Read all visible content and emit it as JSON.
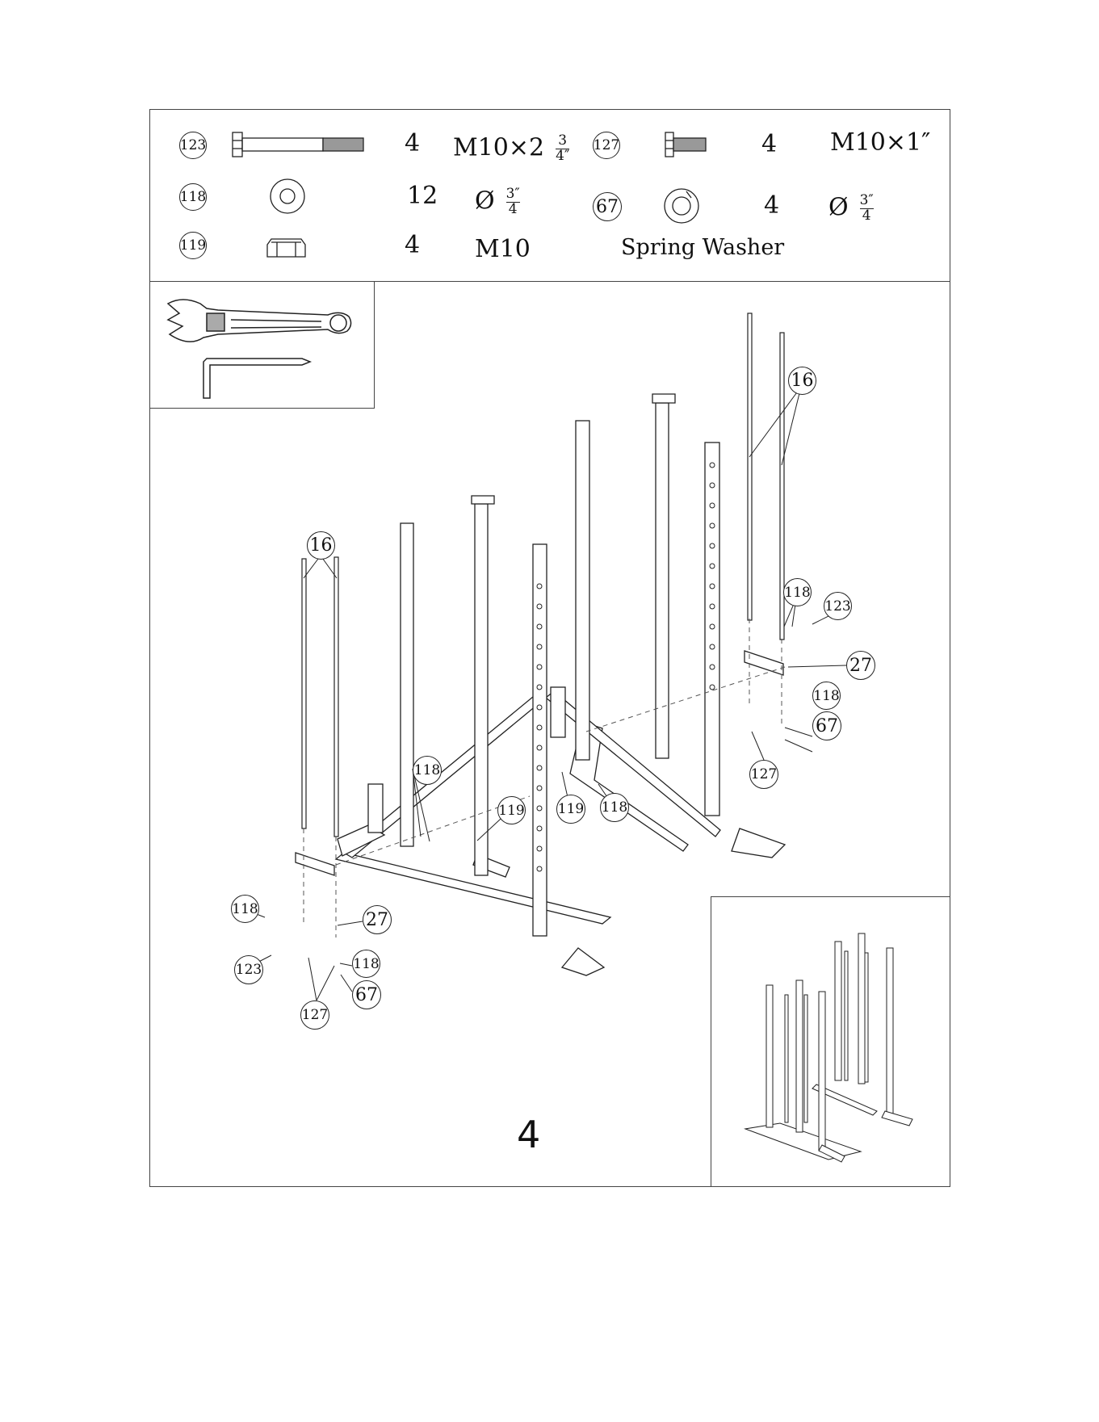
{
  "hardware": {
    "rows": [
      {
        "id": "hw-123",
        "part": "123",
        "qty": "4",
        "spec": "M10×2",
        "frac": [
          "3",
          "4″"
        ]
      },
      {
        "id": "hw-127",
        "part": "127",
        "qty": "4",
        "spec": "M10×1″",
        "frac": null
      },
      {
        "id": "hw-118",
        "part": "118",
        "qty": "12",
        "spec": "Ø",
        "frac": [
          "3″",
          "4"
        ]
      },
      {
        "id": "hw-67",
        "part": "67",
        "qty": "4",
        "spec": "Ø",
        "frac": [
          "3″",
          "4"
        ]
      },
      {
        "id": "hw-119",
        "part": "119",
        "qty": "4",
        "spec": "M10",
        "frac": null
      }
    ],
    "note": "Spring Washer"
  },
  "callouts": [
    "16",
    "16",
    "118",
    "123",
    "27",
    "118",
    "67",
    "127",
    "118",
    "119",
    "119",
    "118",
    "118",
    "27",
    "123",
    "118",
    "67",
    "127"
  ],
  "step_number": "4"
}
